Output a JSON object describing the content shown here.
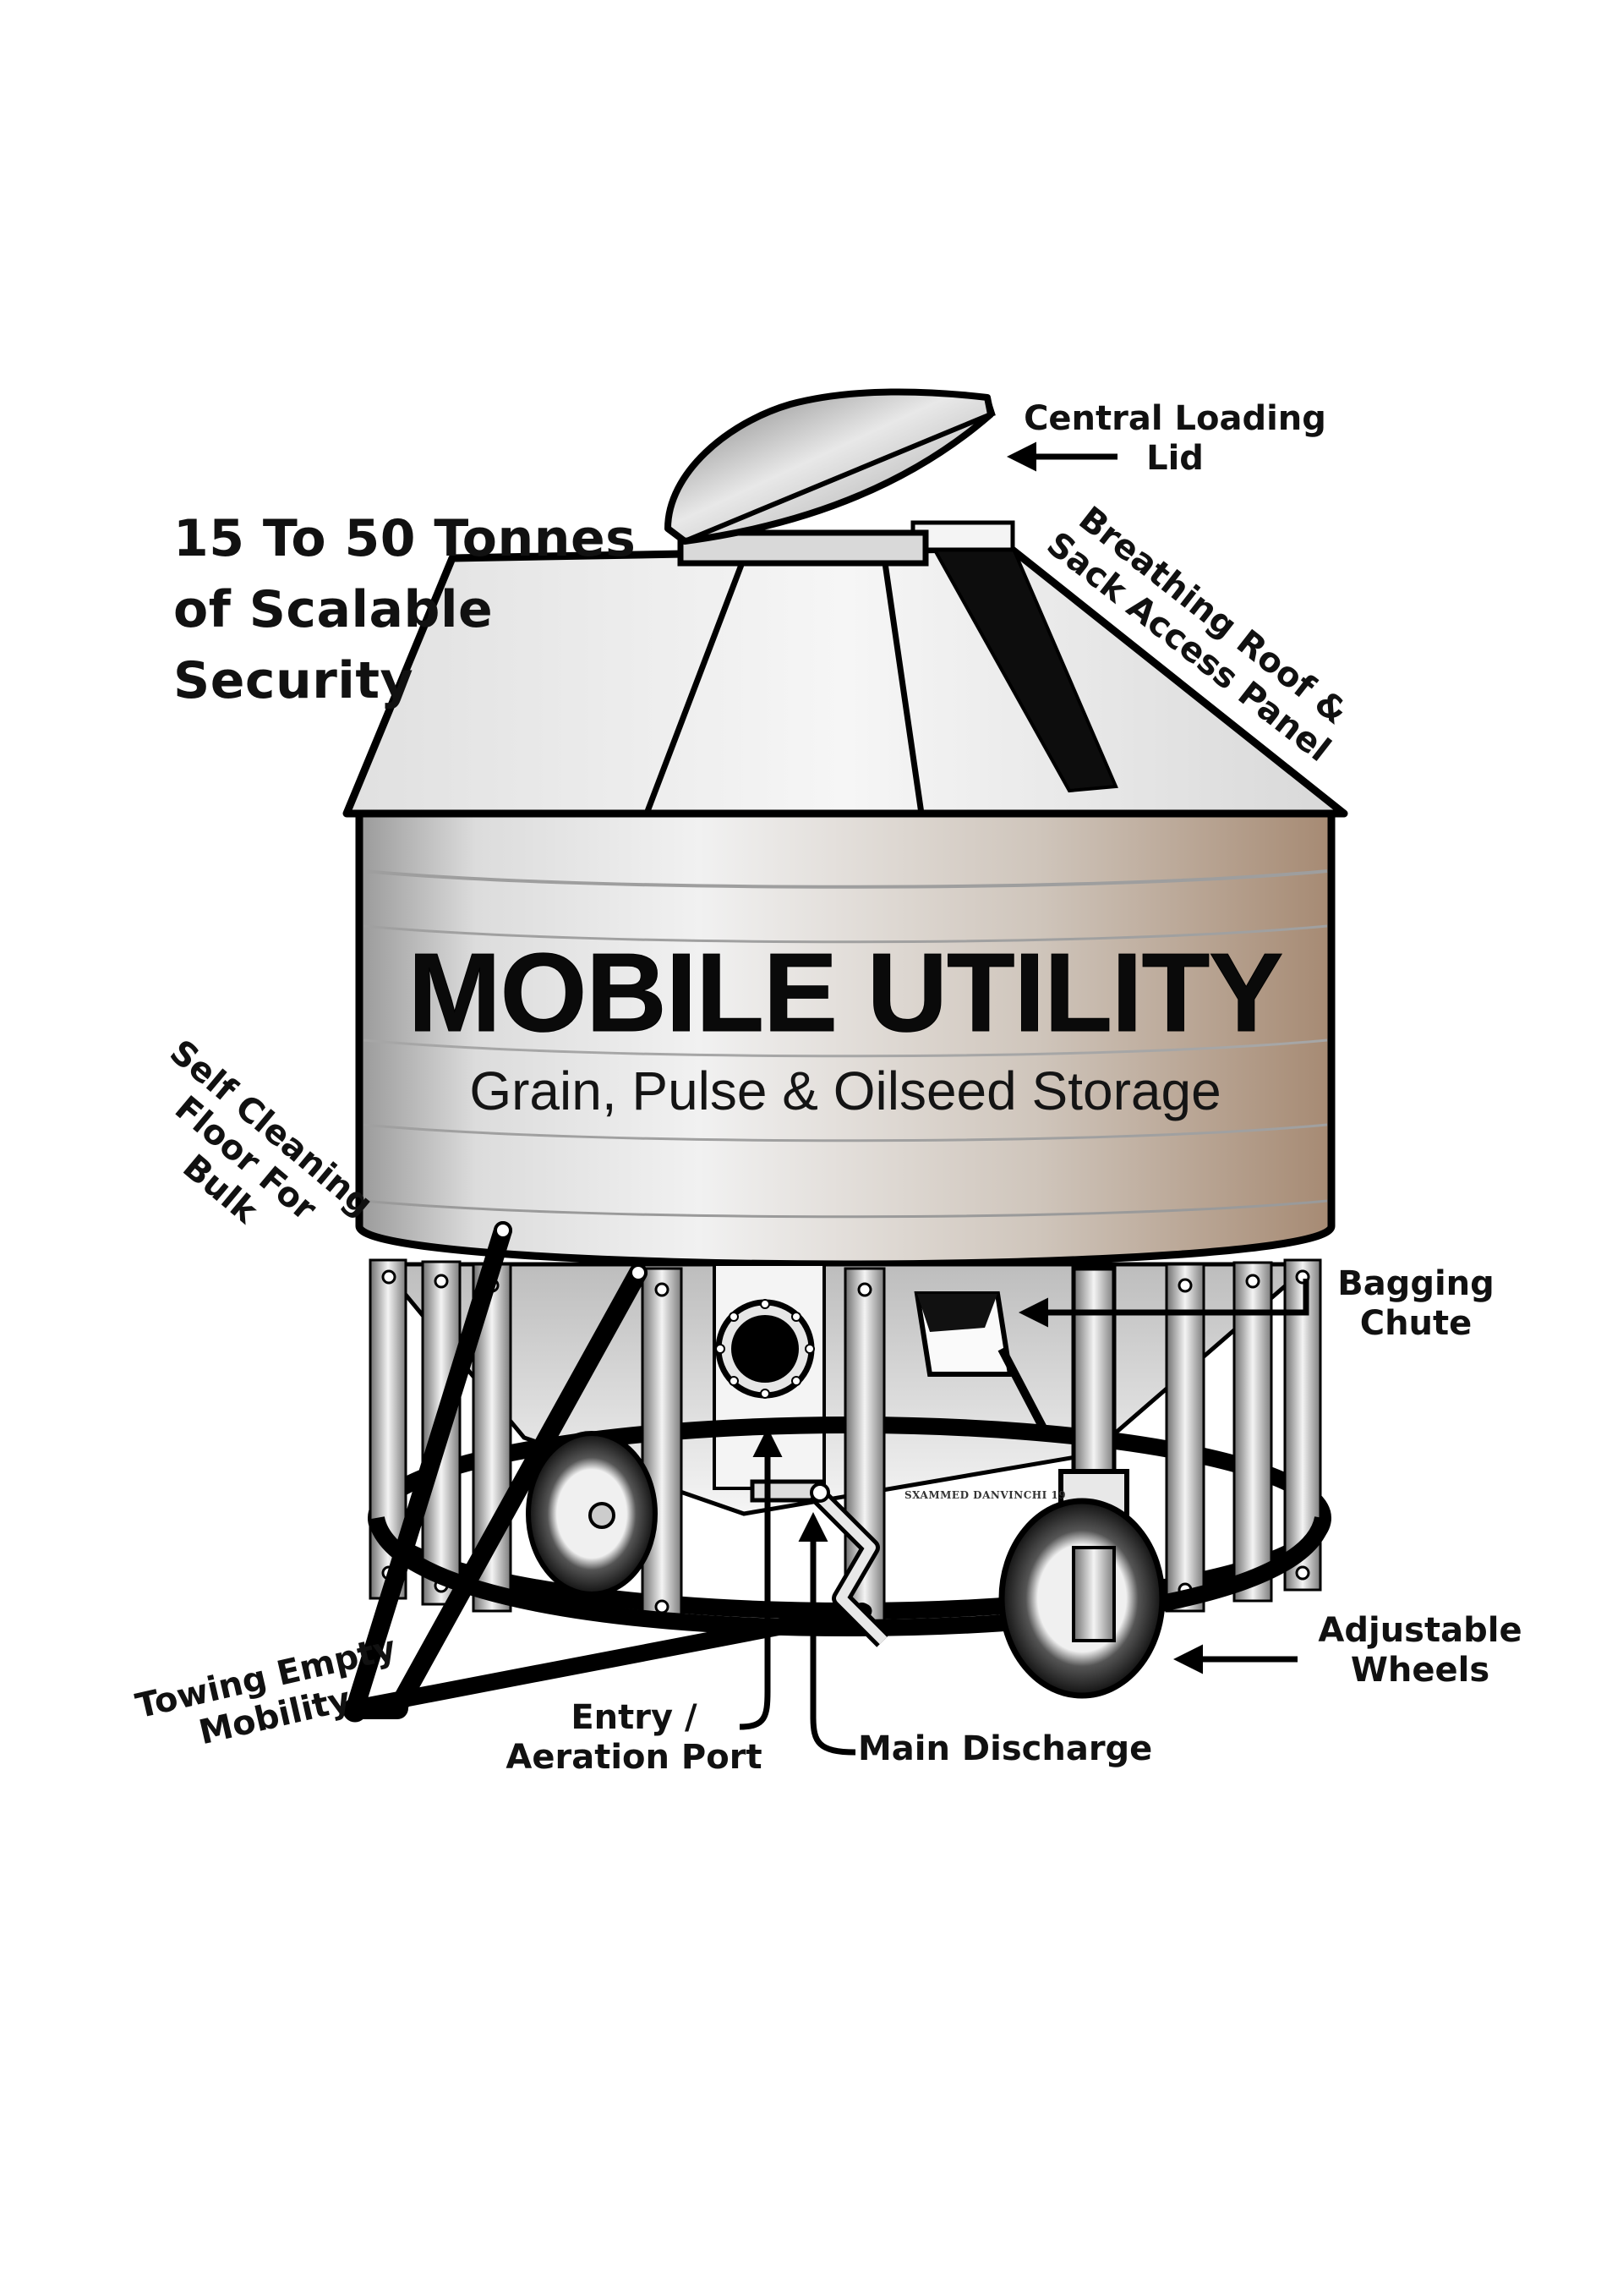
{
  "headline": "15 To 50 Tonnes\nof Scalable\nSecurity",
  "tank": {
    "title": "MOBILE UTILITY",
    "subtitle": "Grain, Pulse & Oilseed Storage",
    "artist_signature": "SXAMMED DANVINCHI 19"
  },
  "callouts": {
    "central_loading_lid": "Central Loading\nLid",
    "breathing_roof": "Breathing Roof &\nSack Access Panel",
    "self_cleaning_floor": "Self Cleaning\nFloor For\nBulk",
    "bagging_chute": "Bagging\nChute",
    "adjustable_wheels": "Adjustable\nWheels",
    "towing": "Towing Empty\nMobility",
    "entry_aeration": "Entry /\nAeration Port",
    "main_discharge": "Main Discharge"
  },
  "colors": {
    "background": "#ffffff",
    "outline": "#000000",
    "steel_light": "#f2f2f2",
    "steel_mid": "#b9b9b9",
    "tank_tint": "#b79c86",
    "text": "#111111"
  },
  "icons": {
    "callout_arrows": "arrow-icon",
    "port": "port-hatch-icon",
    "wheels": "wheel-icon"
  }
}
